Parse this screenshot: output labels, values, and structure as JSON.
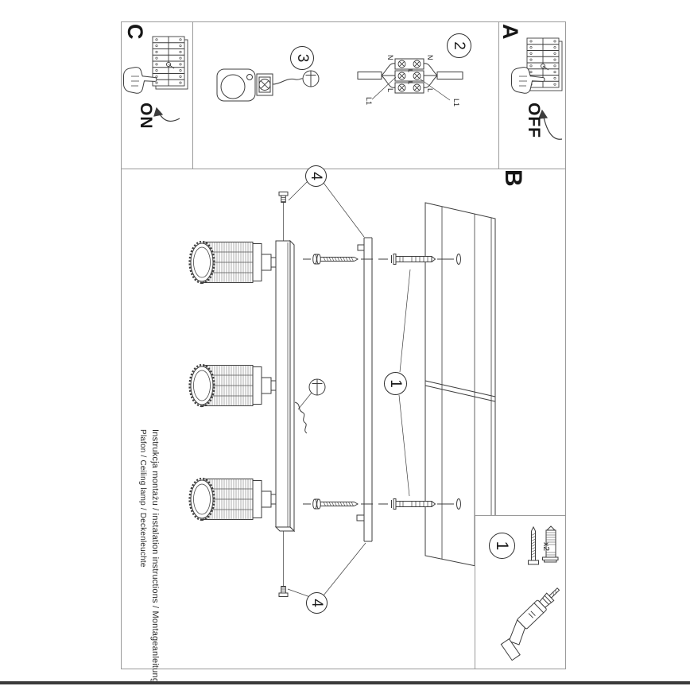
{
  "document": {
    "kind": "ceiling lamp installation instruction sheet (scanned, rotated 90deg)",
    "footer": {
      "line1": "Instrukcja montażu / instalation instructions / Montageanleitung",
      "line2": "Plafon / Ceiling lamp / Deckenleuchte"
    }
  },
  "sections": {
    "a": "A",
    "b": "B",
    "c": "C"
  },
  "power": {
    "off": "OFF",
    "on": "ON"
  },
  "steps": {
    "s1": "1",
    "s2": "2",
    "s3": "3",
    "s4": "4"
  },
  "wiring_labels": {
    "neutral": "N",
    "live": "L",
    "switched": "L1"
  },
  "parts": {
    "anchor_quantity": "x2"
  },
  "figures": {
    "breaker_panel": "circuit-breaker-panel",
    "pointing_hand": "pointing-hand",
    "terminal_block": "terminal-block",
    "ceiling_bracket": "ceiling-bracket-with-terminal",
    "screwdriver_bit": "flat-screwdriver-bit",
    "ceiling_boards": "ceiling-boards",
    "lamp": "three-spot-ceiling-lamp",
    "fixing": "wall-plug-and-screw",
    "drill": "cordless-drill"
  },
  "colors": {
    "background": "#ffffff",
    "frame": "#9a9a9a",
    "line": "#3d3d3d",
    "text": "#161616"
  }
}
